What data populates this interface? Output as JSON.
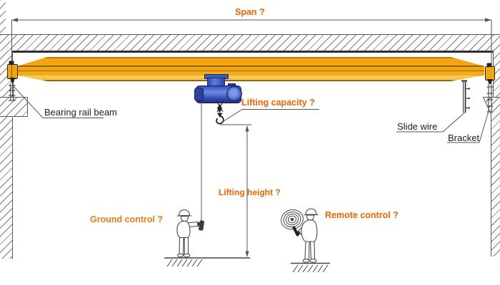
{
  "diagram": {
    "type": "single-girder-overhead-crane-diagram",
    "labels": {
      "span": "Span ?",
      "bearing_rail_beam": "Bearing rail beam",
      "lifting_capacity": "Lifting capacity ?",
      "slide_wire": "Slide wire",
      "bracket": "Bracket",
      "lifting_height": "Lifting height ?",
      "ground_control": "Ground control ?",
      "remote_control": "Remote control ?"
    },
    "colors": {
      "girder_yellow": "#f2a512",
      "girder_light_band": "#f6c64a",
      "hoist_blue": "#3a57bc",
      "label_orange": "#dd7318",
      "annotation_black": "#1c1c1c",
      "line_gray": "#555555"
    }
  }
}
